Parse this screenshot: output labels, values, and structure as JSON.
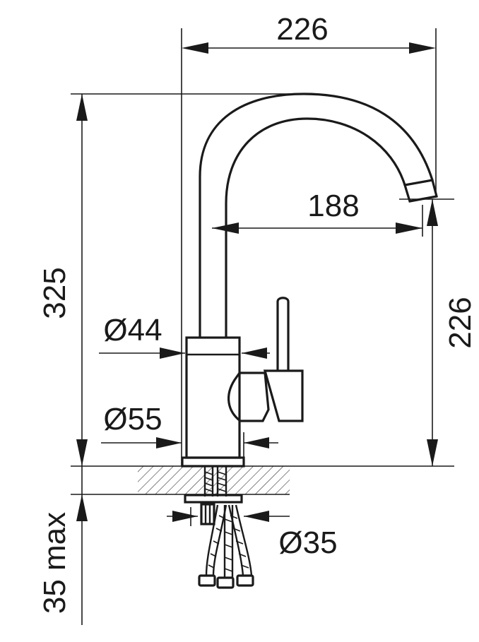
{
  "drawing": {
    "title": "",
    "dimensions": {
      "total_width": "226",
      "reach": "188",
      "total_height": "325",
      "spout_height": "226",
      "body_diameter_upper": "Ø44",
      "body_diameter_base": "Ø55",
      "mounting_diameter": "Ø35",
      "countertop_thickness": "35 max"
    }
  }
}
